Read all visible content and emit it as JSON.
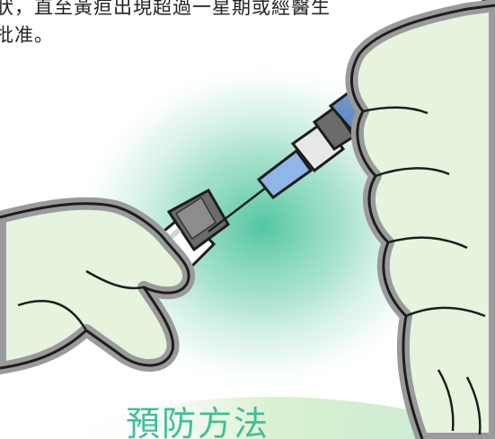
{
  "text_block": {
    "line1": "狀，直至黃疸出現超過一星期或經醫生",
    "line2": "批准。"
  },
  "section_title": "預防方法",
  "colors": {
    "glow": "#3fbf98",
    "glove": "#e6f4de",
    "glove_outline": "#9a9a9a",
    "syringe_barrel": "#6b93cc",
    "needle_hub": "#8fb6e6",
    "vial_cap": "#6b6b6b",
    "title_green": "#3fbf98",
    "wave_green": "#d9f0cf"
  },
  "icons": [
    "syringe-icon",
    "vial-icon",
    "gloved-hand-icon"
  ]
}
